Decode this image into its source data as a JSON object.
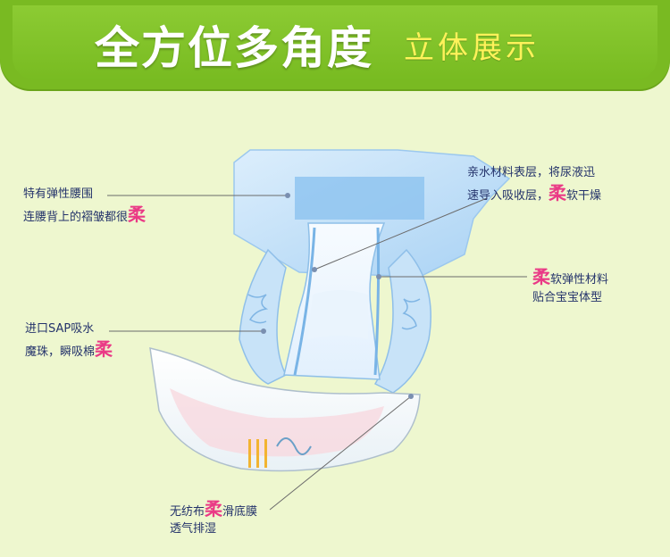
{
  "header": {
    "title": "全方位多角度",
    "subtitle": "立体展示"
  },
  "soft_char": "柔",
  "labels": {
    "waist": {
      "line1": "特有弹性腰围",
      "line2": "连腰背上的褶皱都很"
    },
    "surface": {
      "line1": "亲水材料表层，将尿液迅",
      "line2": "速导入吸收层，",
      "line2_tail": "软干燥"
    },
    "elastic": {
      "line1_tail": "软弹性材料",
      "line2": "贴合宝宝体型"
    },
    "sap": {
      "line1": "进口SAP吸水",
      "line2": "魔珠，瞬吸棉"
    },
    "backsheet": {
      "line1": "无纺布",
      "line1_tail": "滑底膜",
      "line2": "透气排湿"
    }
  },
  "colors": {
    "banner": "#79ba22",
    "subtitle": "#fff25a",
    "label": "#24336b",
    "soft": "#ea3a86",
    "background": "#eef7cf"
  }
}
